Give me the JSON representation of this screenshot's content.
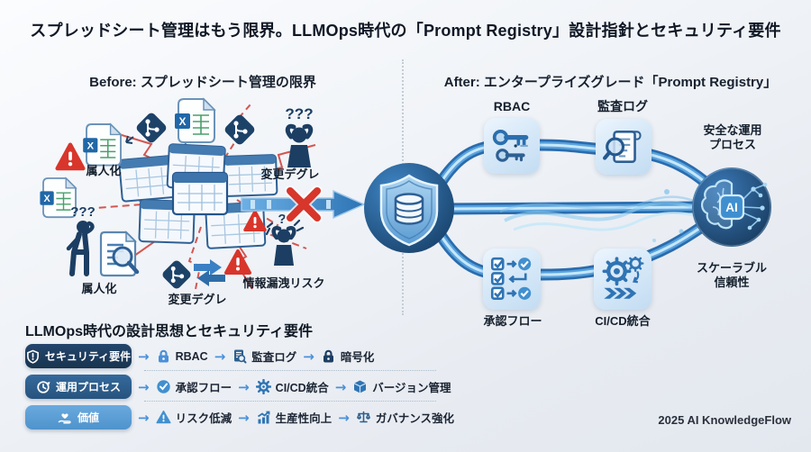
{
  "title": "スプレッドシート管理はもう限界。LLMOps時代の「Prompt Registry」設計指針とセキュリティ要件",
  "before": {
    "header": "Before: スプレッドシート管理の限界",
    "label_ownership_top": "属人化",
    "label_regression_top": "変更デグレ",
    "label_ownership_bottom": "属人化",
    "label_regression_bottom": "変更デグレ",
    "label_leak_risk": "情報漏洩リスク",
    "question_marks": "???",
    "question_single": "?",
    "excel_letter": "X"
  },
  "after": {
    "header": "After: エンタープライズグレード「Prompt Registry」",
    "rbac": "RBAC",
    "audit_log": "監査ログ",
    "approval_flow": "承認フロー",
    "cicd": "CI/CD統合",
    "safe_process_line1": "安全な運用",
    "safe_process_line2": "プロセス",
    "scalable_line1": "スケーラブル",
    "scalable_line2": "信頼性",
    "ai_chip": "AI"
  },
  "bottom": {
    "heading": "LLMOps時代の設計思想とセキュリティ要件",
    "arrow": "→",
    "rows": [
      {
        "category": "セキュリティ要件",
        "items": [
          {
            "label": "RBAC"
          },
          {
            "label": "監査ログ"
          },
          {
            "label": "暗号化"
          }
        ]
      },
      {
        "category": "運用プロセス",
        "items": [
          {
            "label": "承認フロー"
          },
          {
            "label": "CI/CD統合"
          },
          {
            "label": "バージョン管理"
          }
        ]
      },
      {
        "category": "価値",
        "items": [
          {
            "label": "リスク低減"
          },
          {
            "label": "生産性向上"
          },
          {
            "label": "ガバナンス強化"
          }
        ]
      }
    ]
  },
  "footer": "2025 AI KnowledgeFlow",
  "colors": {
    "accent": "#2f74b4",
    "navy": "#1c3e63",
    "mid_blue": "#2d5f8e",
    "light_blue": "#5b9fd6",
    "red": "#d8352b",
    "card_bg": "#cfe3f5"
  }
}
